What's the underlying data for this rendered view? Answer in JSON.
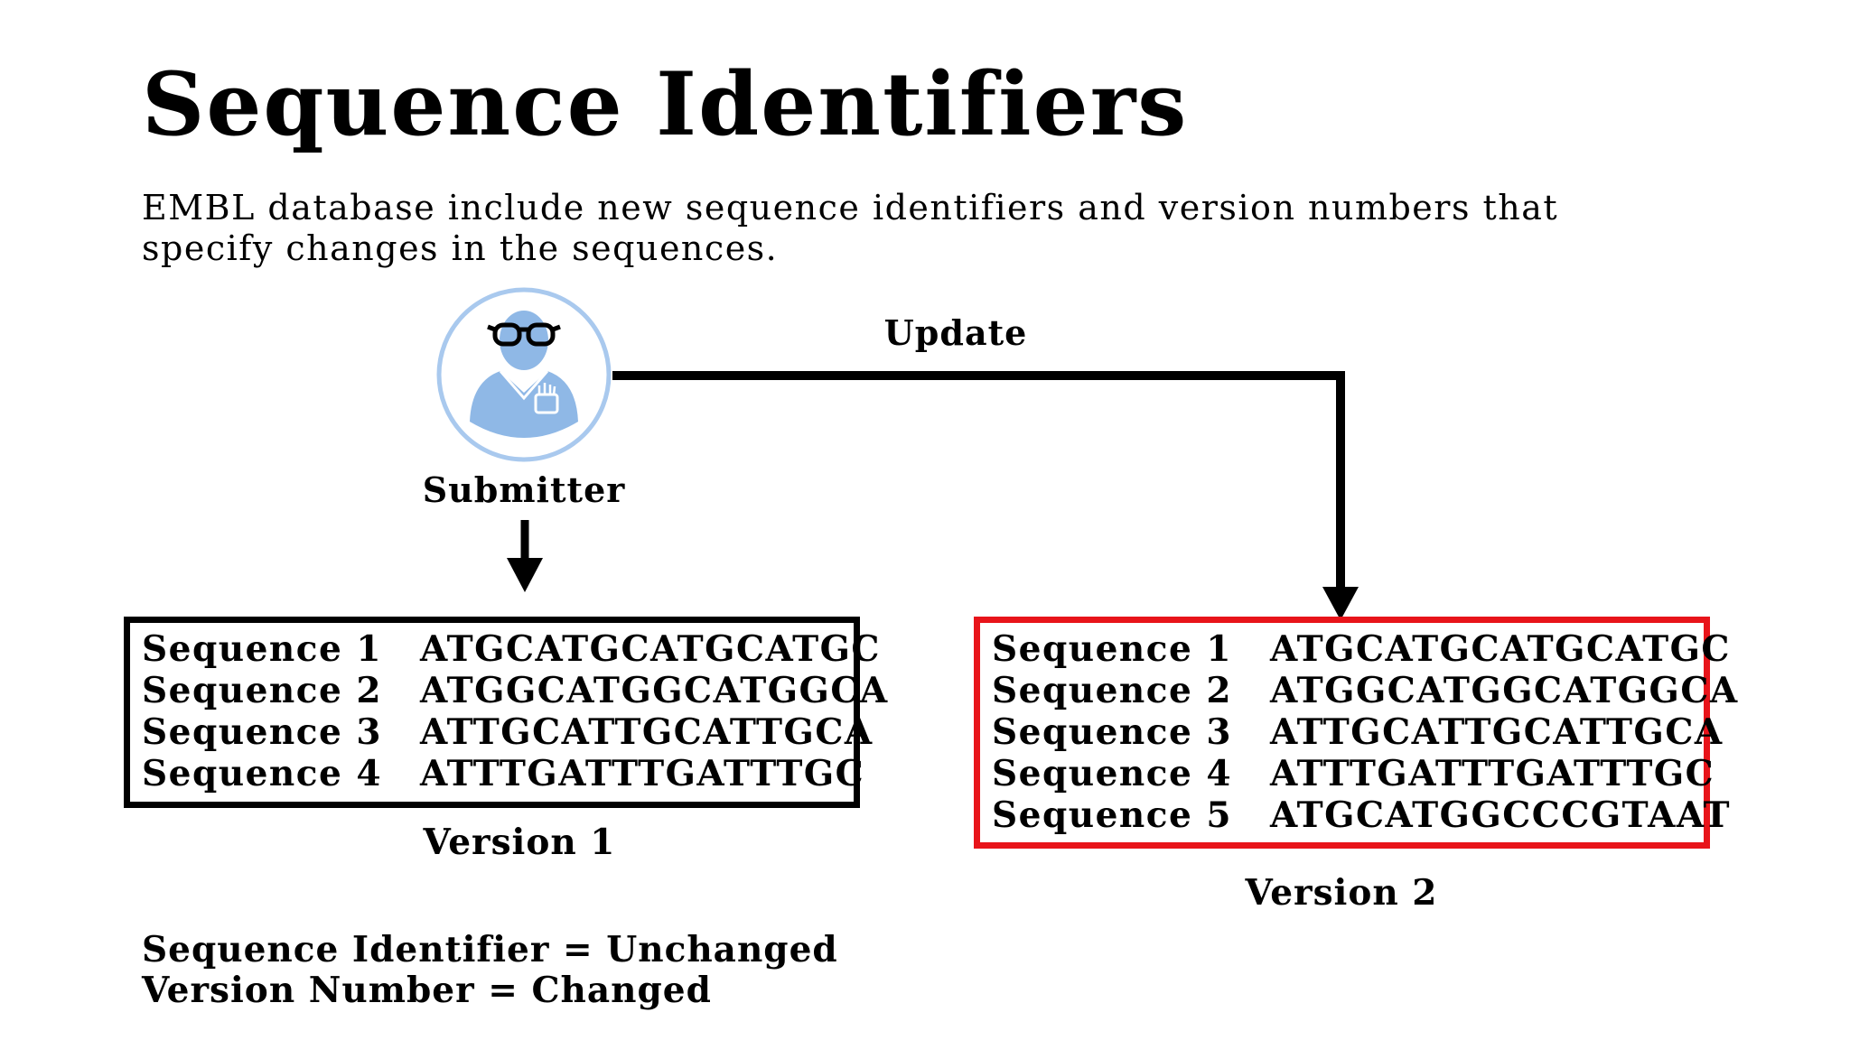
{
  "title": "Sequence Identifiers",
  "description": "EMBL database include new sequence identifiers and version numbers that specify changes in the sequences.",
  "colors": {
    "avatar_fill": "#8fb8e6",
    "avatar_ring": "#a9c9ee",
    "version1_border": "#000000",
    "version2_border": "#e8141a",
    "arrow": "#000000"
  },
  "icons": {
    "submitter": "scientist-with-glasses-icon"
  },
  "submitter_label": "Submitter",
  "update_label": "Update",
  "version1": {
    "caption": "Version 1",
    "rows": [
      {
        "name": "Sequence 1",
        "code": "ATGCATGCATGCATGC"
      },
      {
        "name": "Sequence 2",
        "code": "ATGGCATGGCATGGCA"
      },
      {
        "name": "Sequence 3",
        "code": "ATTGCATTGCATTGCA"
      },
      {
        "name": "Sequence 4",
        "code": "ATTTGATTTGATTTGC"
      }
    ]
  },
  "version2": {
    "caption": "Version 2",
    "rows": [
      {
        "name": "Sequence 1",
        "code": "ATGCATGCATGCATGC"
      },
      {
        "name": "Sequence 2",
        "code": "ATGGCATGGCATGGCA"
      },
      {
        "name": "Sequence 3",
        "code": "ATTGCATTGCATTGCA"
      },
      {
        "name": "Sequence 4",
        "code": "ATTTGATTTGATTTGC"
      },
      {
        "name": "Sequence 5",
        "code": "ATGCATGGCCCGTAAT"
      }
    ]
  },
  "footer": {
    "line1": "Sequence Identifier = Unchanged",
    "line2": "Version Number = Changed"
  }
}
